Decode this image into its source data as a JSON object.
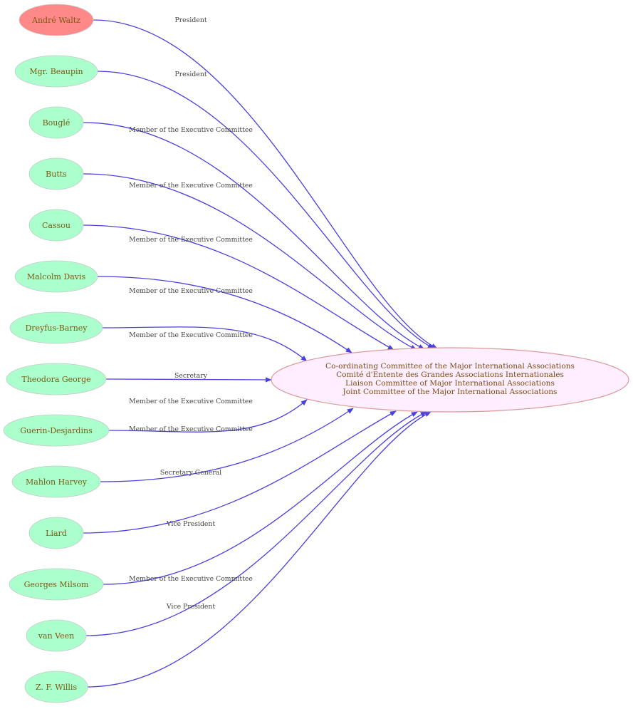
{
  "colors": {
    "person_fill": "#aaffcc",
    "highlight_fill": "#ff8888",
    "org_fill": "#ffeeff",
    "org_stroke": "#dd9999",
    "edge": "#4a3fe0"
  },
  "organization": {
    "names": [
      "Co-ordinating Committee of the Major International Associations",
      "Comité d'Entente des Grandes Associations Internationales",
      "Liaison Committee of Major International Associations",
      "Joint Committee of the Major International Associations"
    ]
  },
  "people": [
    {
      "name": "André Waltz",
      "role": "President",
      "highlighted": true
    },
    {
      "name": "Mgr. Beaupin",
      "role": "President",
      "highlighted": false
    },
    {
      "name": "Bouglé",
      "role": "Member of the Executive Committee",
      "highlighted": false
    },
    {
      "name": "Butts",
      "role": "Member of the Executive Committee",
      "highlighted": false
    },
    {
      "name": "Cassou",
      "role": "Member of the Executive Committee",
      "highlighted": false
    },
    {
      "name": "Malcolm Davis",
      "role": "Member of the Executive Committee",
      "highlighted": false
    },
    {
      "name": "Dreyfus-Barney",
      "role": "Member of the Executive Committee",
      "highlighted": false
    },
    {
      "name": "Theodora George",
      "role": "Secretary",
      "highlighted": false
    },
    {
      "name": "Guerin-Desjardins",
      "role": "Member of the Executive Committee",
      "highlighted": false
    },
    {
      "name": "Mahlon Harvey",
      "role": "Member of the Executive Committee",
      "highlighted": false
    },
    {
      "name": "Liard",
      "role": "Secretary General",
      "highlighted": false
    },
    {
      "name": "Georges Milsom",
      "role": "Vice President",
      "highlighted": false
    },
    {
      "name": "van Veen",
      "role": "Member of the Executive Committee",
      "highlighted": false
    },
    {
      "name": "Z. F. Willis",
      "role": "Vice President",
      "highlighted": false
    }
  ]
}
